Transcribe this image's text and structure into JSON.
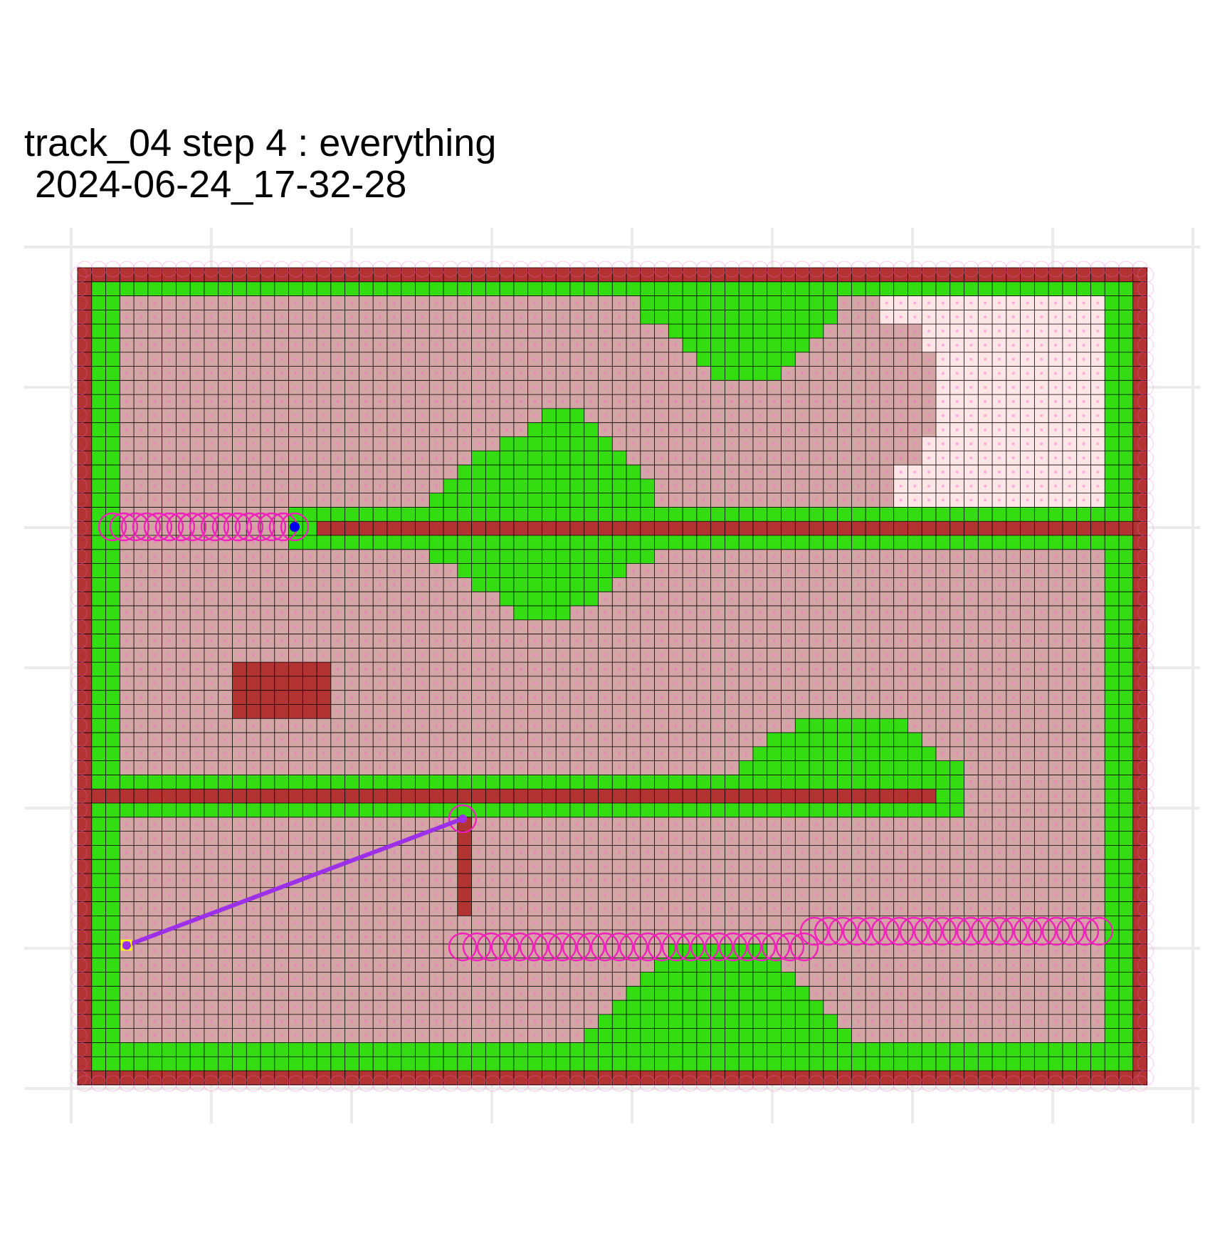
{
  "title": {
    "line1": "track_04 step 4 : everything",
    "line2": " 2024-06-24_17-32-28"
  },
  "colors": {
    "background": "#ffffff",
    "panel_grid": "#ebebeb",
    "wall": "#b33333",
    "buffer_green": "#33dd11",
    "floor": "#d4a5a5",
    "unexplored": "#ffe6e6",
    "cell_line": "#000000",
    "pink_marker": "#ff66cc",
    "path_circle": "#ee22bb",
    "path_line": "#9b30e8",
    "robot_dot": "#0000ee",
    "start_marker": "#ffff00"
  },
  "icons": {
    "robot": "blue-dot-icon",
    "start": "yellow-square-icon",
    "waypoint": "magenta-ring-icon"
  },
  "map": {
    "grid_cols": 76,
    "grid_rows": 58
  }
}
